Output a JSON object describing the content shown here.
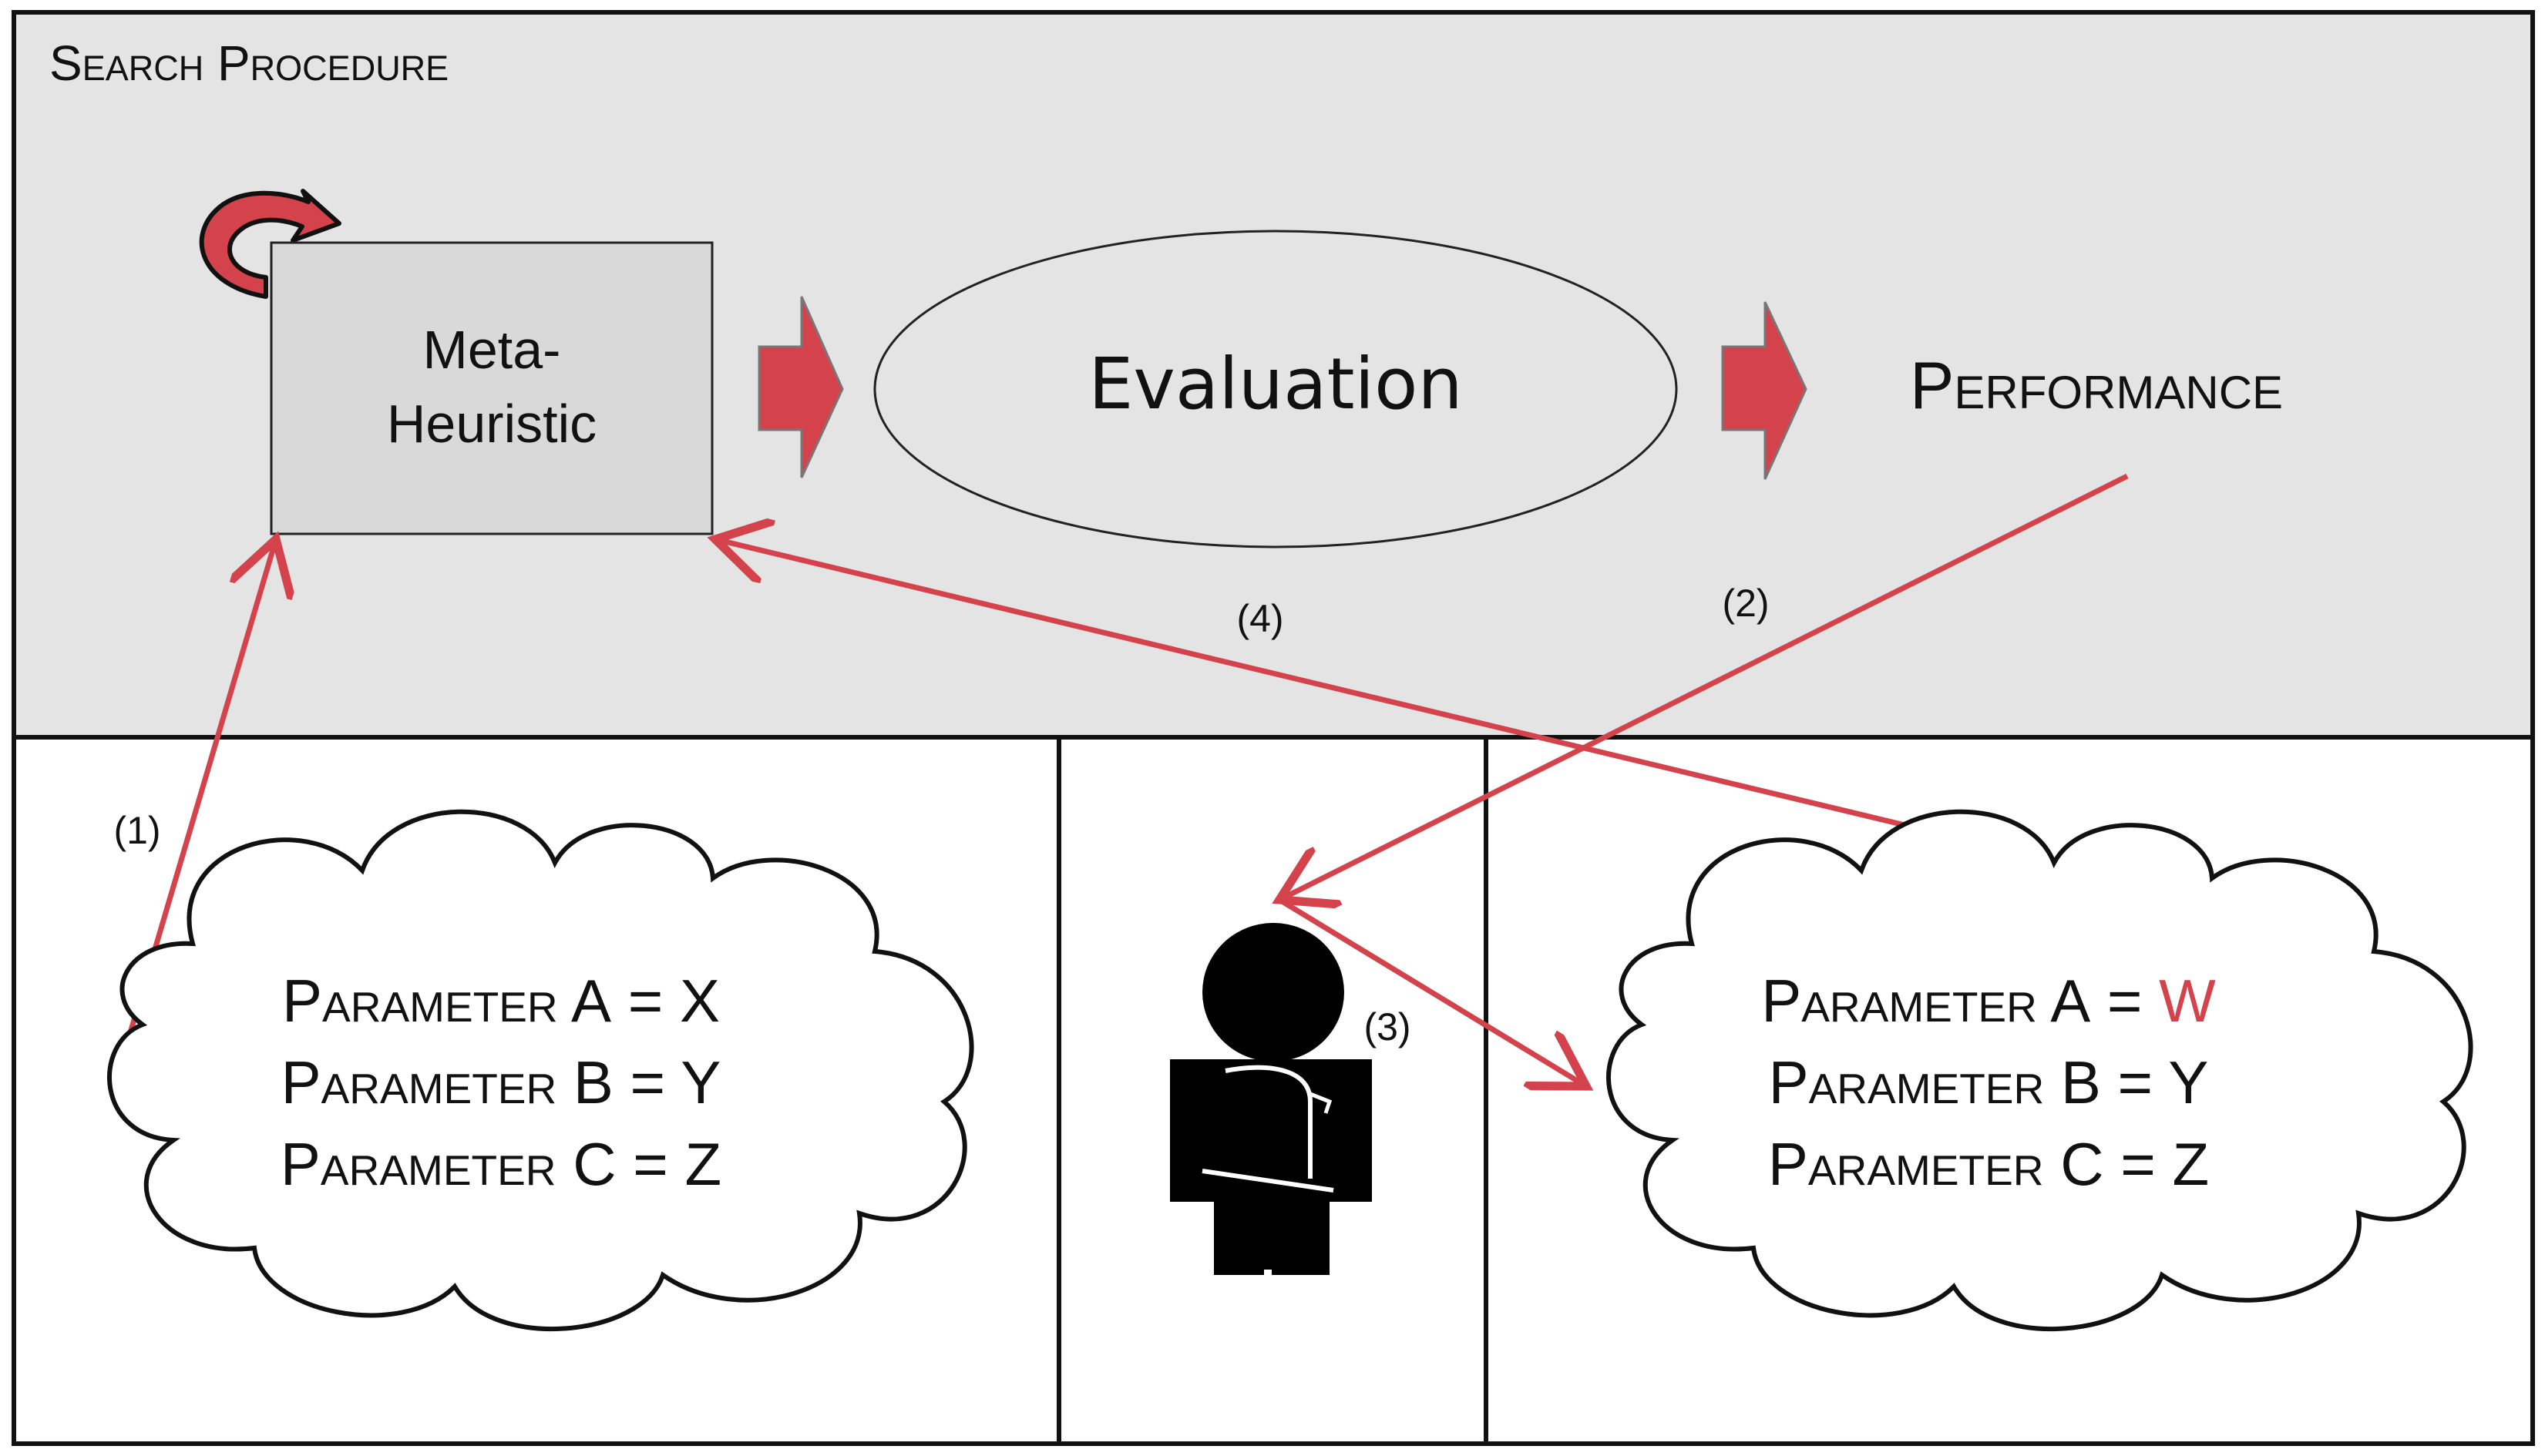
{
  "section_title": "Search Procedure",
  "meta_heuristic": {
    "line1": "Meta-",
    "line2": "Heuristic"
  },
  "evaluation": "Evaluation",
  "performance": "Performance",
  "steps": {
    "one": "(1)",
    "two": "(2)",
    "three": "(3)",
    "four": "(4)"
  },
  "left_cloud": {
    "rows": [
      {
        "name": "Parameter A",
        "eq": " = ",
        "value": "X"
      },
      {
        "name": "Parameter B",
        "eq": " = ",
        "value": "Y"
      },
      {
        "name": "Parameter C",
        "eq": " = ",
        "value": "Z"
      }
    ]
  },
  "right_cloud": {
    "rows": [
      {
        "name": "Parameter A",
        "eq": " = ",
        "value": "W"
      },
      {
        "name": "Parameter B",
        "eq": " = ",
        "value": "Y"
      },
      {
        "name": "Parameter C",
        "eq": " = ",
        "value": "Z"
      }
    ]
  },
  "colors": {
    "accent_red": "#d4434b",
    "changed_value": "#d4434b",
    "panel_gray": "#e4e4e4",
    "box_gray": "#d9d9d9"
  },
  "icons": [
    "loop-arrow-icon",
    "right-arrow-icon",
    "thinking-person-icon",
    "cloud-icon"
  ]
}
